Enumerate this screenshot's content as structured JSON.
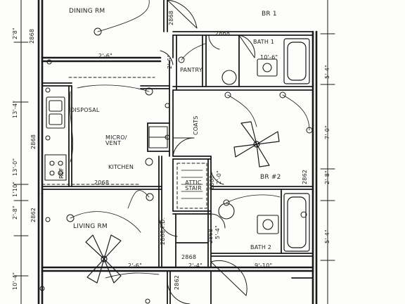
{
  "rooms": {
    "dining": "DINING RM",
    "br1": "BR 1",
    "bath1": "BATH 1",
    "pantry": "PANTRY",
    "disposal": "DISPOSAL",
    "micro_vent": "MICRO/ VENT",
    "kitchen": "KITCHEN",
    "ref": "REF",
    "living": "LIVING RM",
    "attic_stair": "ATTIC STAIR",
    "br2": "BR #2",
    "bath2": "BATH 2",
    "coats": "COATS"
  },
  "dims": {
    "d_2_8_top": "2'8\"",
    "d_2868_top_left": "2868",
    "d_2868_center": "2868",
    "d_2868_bath1": "2868",
    "d_2_6_dining": "2'-6\"",
    "d_2_6_pantry": "2'-6\"",
    "d_10_6": "10'-6\"",
    "d_5_4_top": "5'-4\"",
    "d_13_4": "13'-4\"",
    "d_7_0": "7'-0\"",
    "d_2_8_right": "2'-8\"",
    "d_2862_right": "2862",
    "d_2_8_left": "2'-8\"",
    "d_2862_left": "2862",
    "d_2868_br2": "2868",
    "d_2_0_br2": "2'-0\"",
    "d_2068": "2068",
    "d_2868_bath2": "2868",
    "d_5_4_bath2": "5'-4\"",
    "d_5_4_right": "5'-4\"",
    "d_2_6_living": "2'-6\"",
    "d_2_4": "2'-4\"",
    "d_9_10": "9'-10\"",
    "d_10_4": "10'-4\"",
    "d_2868_bottom": "2868",
    "d_2862_bottom": "2862",
    "d_2868_fd": "2868 F.D.",
    "d_2868_upper": "2868",
    "d_13_0": "13'-0\"",
    "d_1_10": "1'10\""
  }
}
